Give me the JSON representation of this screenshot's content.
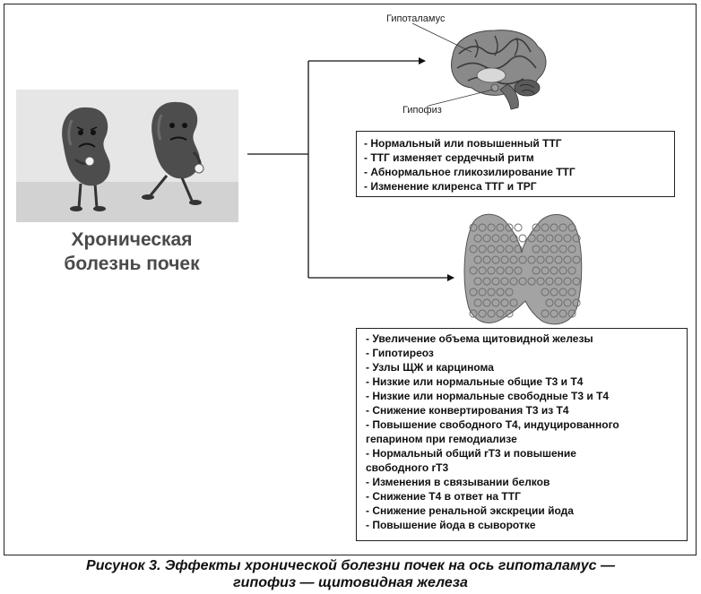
{
  "kidney_label": "Хроническая\nболезнь почек",
  "brain": {
    "hypothalamus_label": "Гипоталамус",
    "pituitary_label": "Гипофиз"
  },
  "pituitary_effects": [
    "-  Нормальный или повышенный ТТГ",
    "- ТТГ изменяет сердечный ритм",
    "- Абнормальное гликозилирование ТТГ",
    "-  Изменение клиренса ТТГ и ТРГ"
  ],
  "thyroid_effects": [
    "- Увеличение объема щитовидной железы",
    "- Гипотиреоз",
    "- Узлы ЩЖ и карцинома",
    "- Низкие или нормальные общие Т3 и Т4",
    "- Низкие или нормальные свободные Т3 и Т4",
    "- Снижение конвертирования Т3 из Т4",
    "- Повышение свободного Т4, индуцированного\nгепарином при гемодиализе",
    "- Нормальный общий rТ3 и повышение\nсвободного rТ3",
    "- Изменения в связывании белков",
    "- Снижение Т4 в ответ на ТТГ",
    "- Снижение ренальной экскреции йода",
    "- Повышение йода в сыворотке"
  ],
  "caption": "Рисунок 3. Эффекты хронической болезни почек на ось гипоталамус —\nгипофиз — щитовидная железа"
}
